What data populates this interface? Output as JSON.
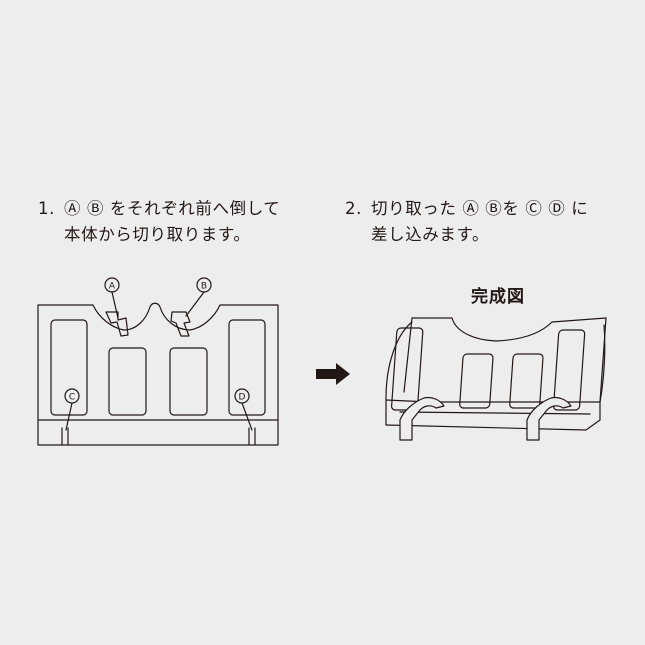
{
  "step1": {
    "number": "1.",
    "line1": "Ⓐ Ⓑ をそれぞれ前へ倒して",
    "line2": "本体から切り取ります。"
  },
  "step2": {
    "number": "2.",
    "line1": "切り取った Ⓐ Ⓑを Ⓒ Ⓓ に",
    "line2": "差し込みます。"
  },
  "result_label": "完成図",
  "labels": {
    "a": "A",
    "b": "B",
    "c": "C",
    "d": "D"
  },
  "colors": {
    "background": "#ededed",
    "ink": "#231815"
  }
}
